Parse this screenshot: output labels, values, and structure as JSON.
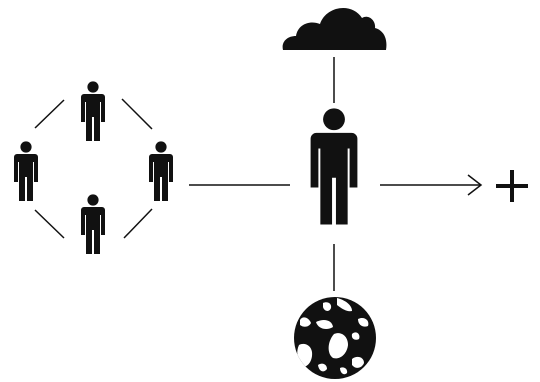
{
  "diagram": {
    "colors": {
      "ink": "#111111",
      "background": "#ffffff"
    },
    "nodes": [
      {
        "id": "person-top",
        "icon": "person-icon",
        "role": "network-member"
      },
      {
        "id": "person-left",
        "icon": "person-icon",
        "role": "network-member"
      },
      {
        "id": "person-right",
        "icon": "person-icon",
        "role": "network-member"
      },
      {
        "id": "person-bottom",
        "icon": "person-icon",
        "role": "network-member"
      },
      {
        "id": "person-center",
        "icon": "person-icon",
        "role": "central-figure"
      },
      {
        "id": "cloud",
        "icon": "cloud-icon",
        "role": "above-central-figure"
      },
      {
        "id": "globe",
        "icon": "globe-icon",
        "role": "below-central-figure"
      },
      {
        "id": "plus",
        "icon": "plus-icon",
        "role": "result"
      }
    ],
    "edges": [
      {
        "from": "person-top",
        "to": "person-left",
        "style": "line"
      },
      {
        "from": "person-top",
        "to": "person-right",
        "style": "line"
      },
      {
        "from": "person-bottom",
        "to": "person-left",
        "style": "line"
      },
      {
        "from": "person-bottom",
        "to": "person-right",
        "style": "line"
      },
      {
        "from": "network",
        "to": "person-center",
        "style": "line"
      },
      {
        "from": "cloud",
        "to": "person-center",
        "style": "line"
      },
      {
        "from": "person-center",
        "to": "globe",
        "style": "line"
      },
      {
        "from": "person-center",
        "to": "plus",
        "style": "arrow"
      }
    ]
  }
}
